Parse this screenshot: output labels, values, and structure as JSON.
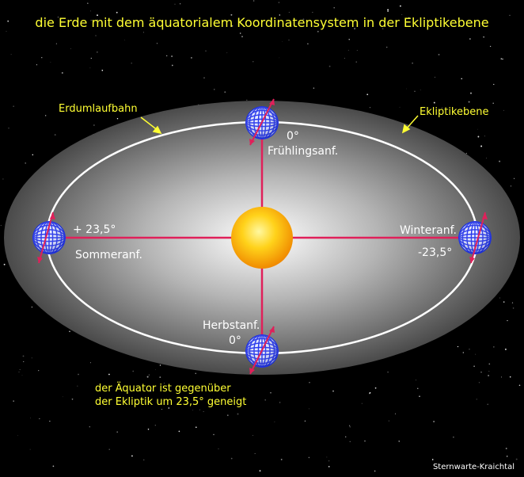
{
  "title": "die Erde mit dem äquatorialem Koordinatensystem in der Ekliptikebene",
  "labels": {
    "orbit": "Erdumlaufbahn",
    "ecliptic_plane": "Ekliptikebene",
    "top_angle": "0°",
    "top_season": "Frühlingsanf.",
    "left_angle": "+ 23,5°",
    "left_season": "Sommeranf.",
    "right_season": "Winteranf.",
    "right_angle": "-23,5°",
    "bottom_season": "Herbstanf.",
    "bottom_angle": "0°"
  },
  "note": {
    "line1": "der Äquator ist gegenüber",
    "line2": "der Ekliptik um 23,5° geneigt"
  },
  "credit": "Sternwarte-Kraichtal",
  "colors": {
    "background": "#000000",
    "title_text": "#ffff33",
    "annotation_text": "#ffff33",
    "label_text": "#ffffff",
    "axis_lines": "#e0205a",
    "orbit_line": "#ffffff",
    "sun_core": "#ffee55",
    "sun_edge": "#f08a00",
    "earth_grid": "#2244ff"
  }
}
